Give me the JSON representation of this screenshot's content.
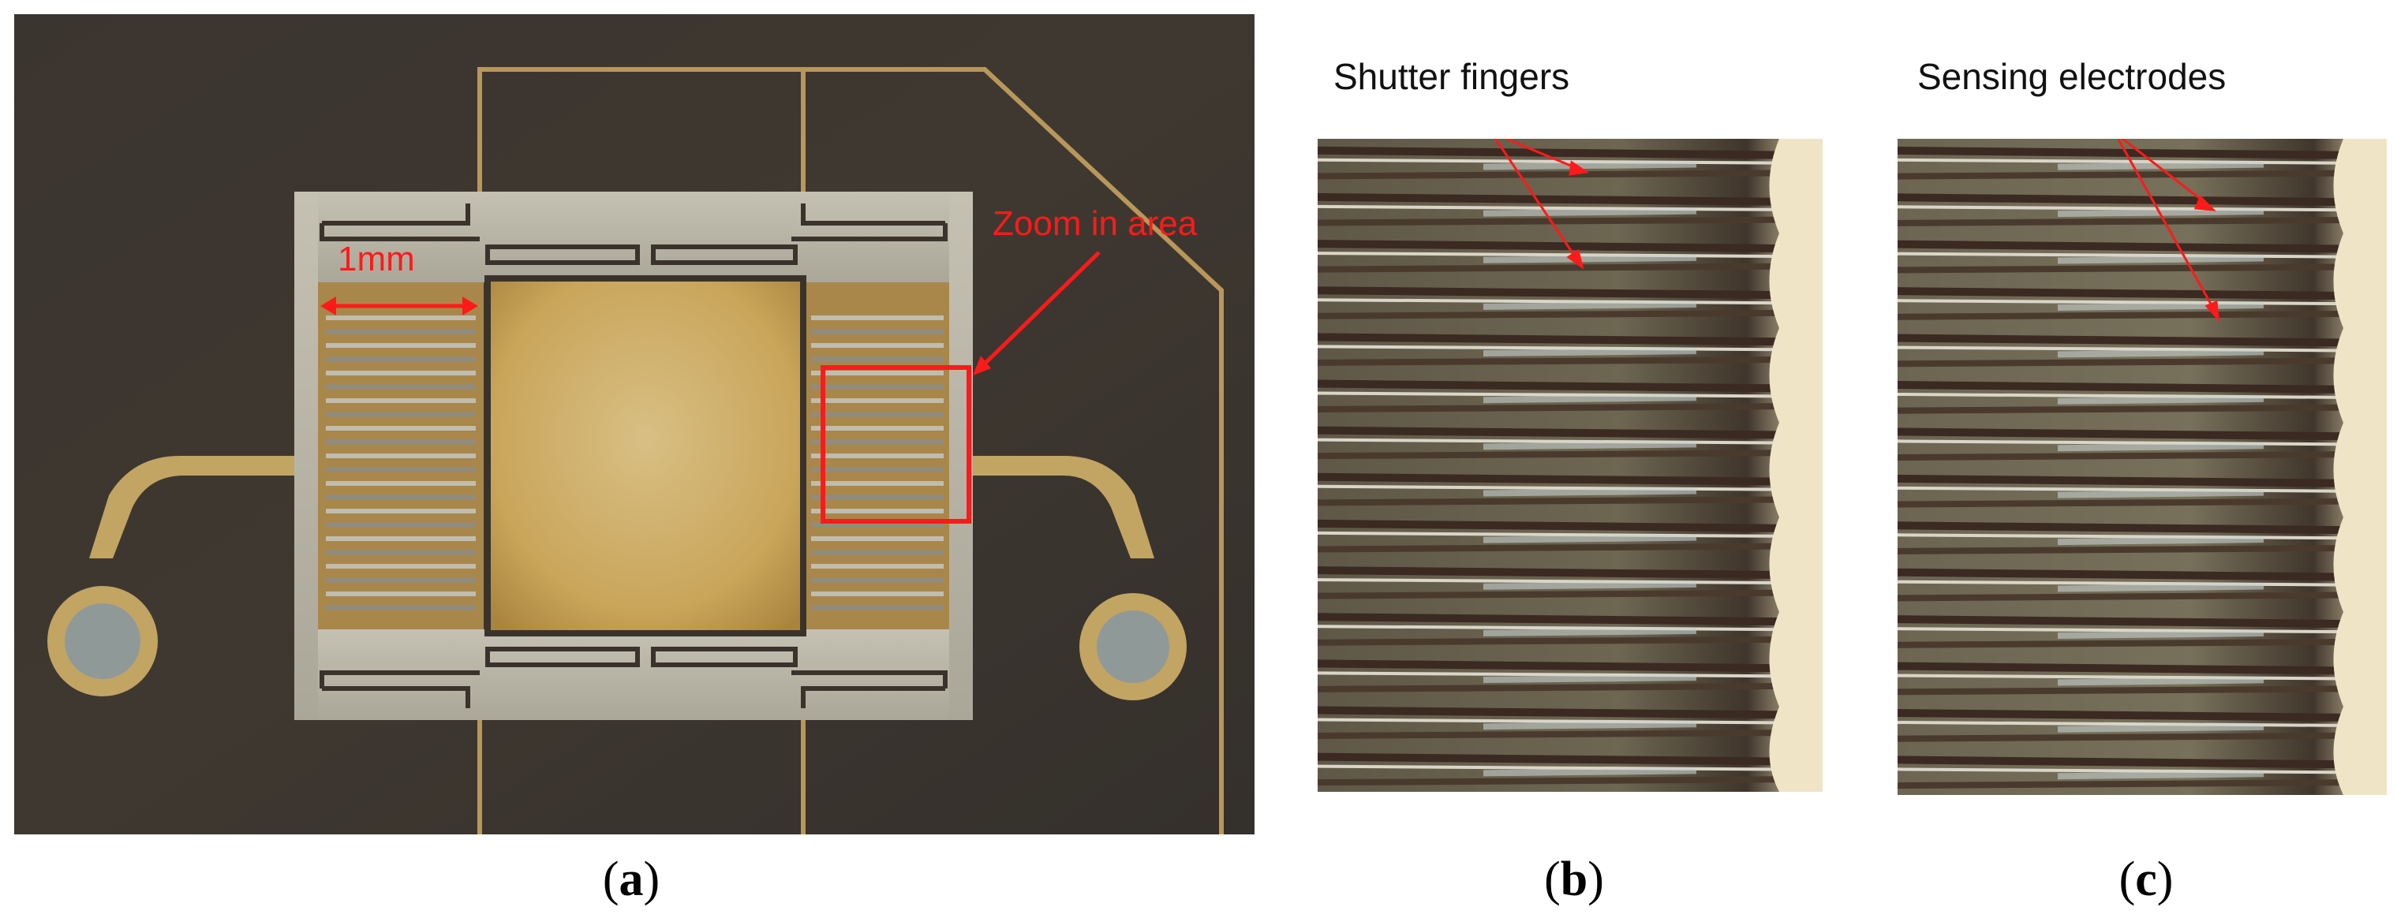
{
  "panels": {
    "a": {
      "caption_open": "(",
      "caption_letter": "a",
      "caption_close": ")",
      "scale_label": "1mm",
      "zoom_label": "Zoom in area"
    },
    "b": {
      "caption_open": "(",
      "caption_letter": "b",
      "caption_close": ")",
      "annotation": "Shutter fingers"
    },
    "c": {
      "caption_open": "(",
      "caption_letter": "c",
      "caption_close": ")",
      "annotation": "Sensing electrodes"
    }
  },
  "colors": {
    "annotation_red": "#ff1a1a",
    "substrate": "#3a332c",
    "gold": "#c9a55a",
    "silver": "#b9b6a8"
  }
}
